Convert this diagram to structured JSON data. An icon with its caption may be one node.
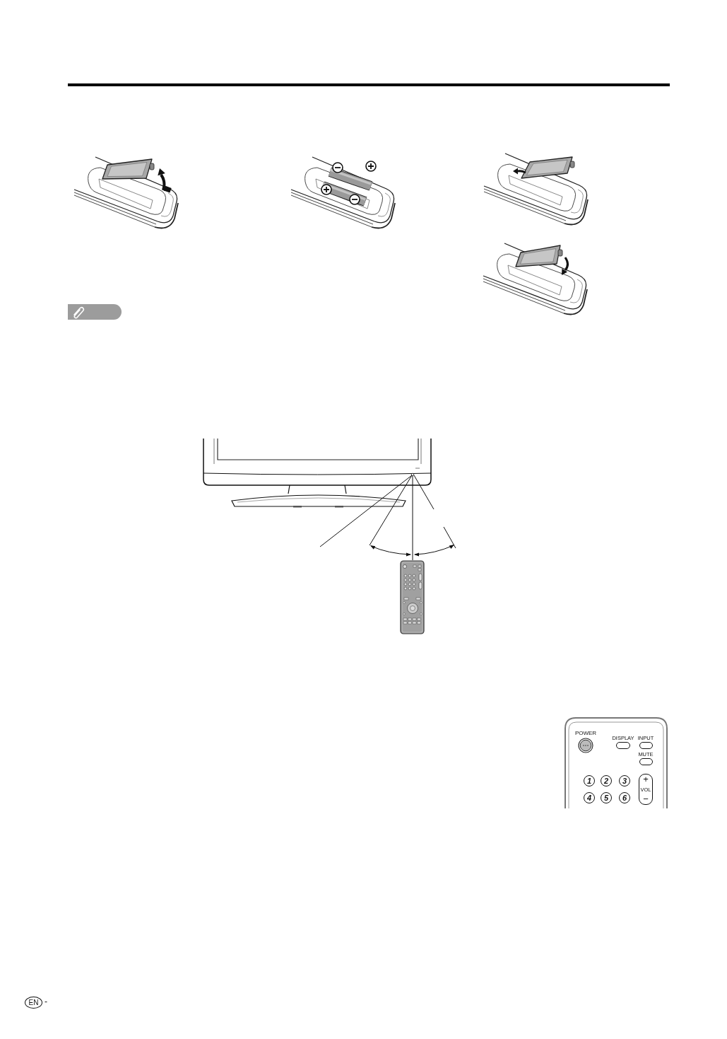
{
  "diagram": {
    "nodes": [
      {
        "text": [
          "POWER"
        ]
      },
      {
        "text": [
          "DISPLAY"
        ]
      },
      {
        "text": [
          "INPUT"
        ]
      },
      {
        "text": [
          "MUTE"
        ]
      },
      {
        "text": [
          "1"
        ]
      },
      {
        "text": [
          "2"
        ]
      },
      {
        "text": [
          "3"
        ]
      },
      {
        "text": [
          "+",
          "VOL",
          "−"
        ]
      },
      {
        "text": [
          "4"
        ]
      },
      {
        "text": [
          "5"
        ]
      },
      {
        "text": [
          "6"
        ]
      },
      {
        "text": [
          "EN"
        ],
        "beside": [
          "-"
        ]
      }
    ]
  }
}
